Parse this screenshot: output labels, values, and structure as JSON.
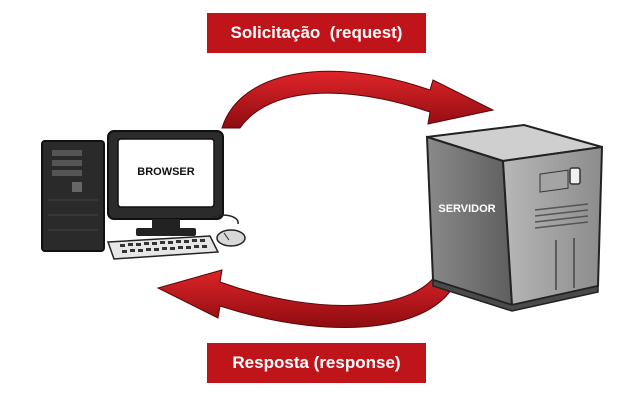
{
  "request_label": "Solicitação  (request)",
  "response_label": "Resposta (response)",
  "client": {
    "screen_text": "BROWSER"
  },
  "server": {
    "text": "SERVIDOR"
  },
  "colors": {
    "arrow": "#c0141b",
    "label_bg": "#c0141b",
    "label_text": "#ffffff",
    "monitor_body": "#2b2b2b",
    "server_body": "#6f6f6f"
  }
}
